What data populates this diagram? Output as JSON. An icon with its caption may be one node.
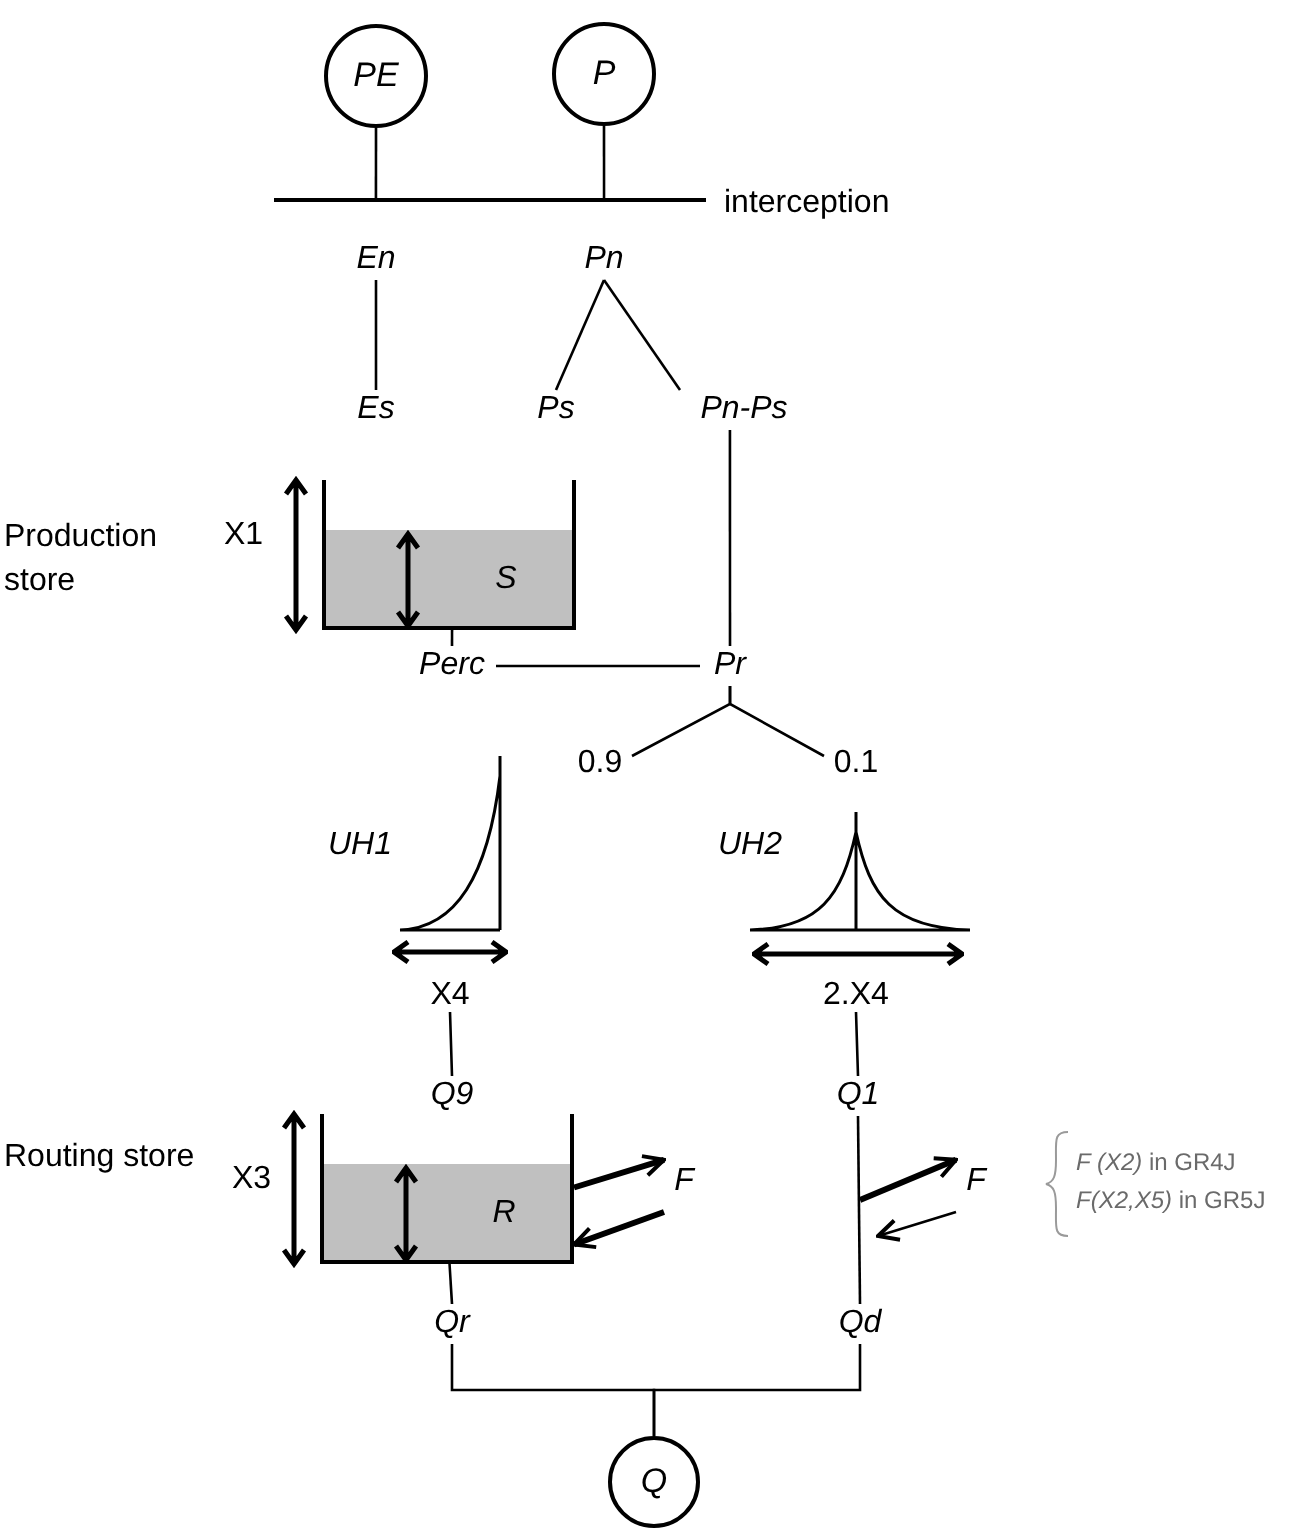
{
  "diagram": {
    "nodes": [
      {
        "text": [
          "PE"
        ]
      },
      {
        "text": [
          "P"
        ]
      },
      {
        "text": [],
        "shape": "bar",
        "beside": [
          "interception"
        ]
      },
      {
        "text": [
          "En"
        ]
      },
      {
        "text": [
          "Pn"
        ]
      },
      {
        "text": [
          "Es"
        ]
      },
      {
        "text": [
          "Ps"
        ]
      },
      {
        "text": [
          "Pn-Ps"
        ]
      },
      {
        "text": [
          "S"
        ]
      },
      {
        "text": [
          "Perc"
        ]
      },
      {
        "text": [
          "Pr"
        ]
      },
      {
        "text": [
          "0.9"
        ]
      },
      {
        "text": [
          "0.1"
        ]
      },
      {
        "text": [
          "UH1",
          "X4"
        ]
      },
      {
        "text": [
          "UH2",
          "2.X4"
        ]
      },
      {
        "text": [
          "Q9"
        ]
      },
      {
        "text": [
          "Q1"
        ]
      },
      {
        "text": [
          "R"
        ]
      },
      {
        "text": [
          "F"
        ]
      },
      {
        "text": [
          "F"
        ]
      },
      {
        "text": [
          "Qr"
        ]
      },
      {
        "text": [
          "Qd"
        ]
      },
      {
        "text": [
          "Q"
        ]
      }
    ],
    "edges": [
      {
        "from": 0,
        "to": 2,
        "arrow": "none"
      },
      {
        "from": 1,
        "to": 2,
        "arrow": "none"
      },
      {
        "from": 3,
        "to": 5,
        "arrow": "none"
      },
      {
        "from": 4,
        "to": 6,
        "arrow": "none"
      },
      {
        "from": 4,
        "to": 7,
        "arrow": "none"
      },
      {
        "from": 7,
        "to": 10,
        "arrow": "none"
      },
      {
        "from": 8,
        "to": 9,
        "arrow": "none"
      },
      {
        "from": 9,
        "to": 10,
        "arrow": "none"
      },
      {
        "from": 10,
        "to": 11,
        "arrow": "none"
      },
      {
        "from": 10,
        "to": 12,
        "arrow": "none"
      },
      {
        "from": 13,
        "to": 15,
        "arrow": "none"
      },
      {
        "from": 14,
        "to": 16,
        "arrow": "none"
      },
      {
        "from": 17,
        "to": 18,
        "arrow": "to",
        "style": "thick"
      },
      {
        "from": 18,
        "to": 17,
        "arrow": "to",
        "style": "thick"
      },
      {
        "from": 16,
        "to": 21,
        "arrow": "none"
      },
      {
        "from": null,
        "to": 19,
        "arrow": "to",
        "style": "thick"
      },
      {
        "from": 19,
        "to": null,
        "arrow": "to"
      },
      {
        "from": 17,
        "to": 20,
        "arrow": "none"
      },
      {
        "from": 20,
        "to": 22,
        "arrow": "none"
      },
      {
        "from": 21,
        "to": 22,
        "arrow": "none"
      }
    ],
    "labels": [
      "Production store",
      "X1",
      "Routing store",
      "X3",
      "*F (X2)* in GR4J",
      "*F(X2,X5)* in GR5J"
    ]
  }
}
